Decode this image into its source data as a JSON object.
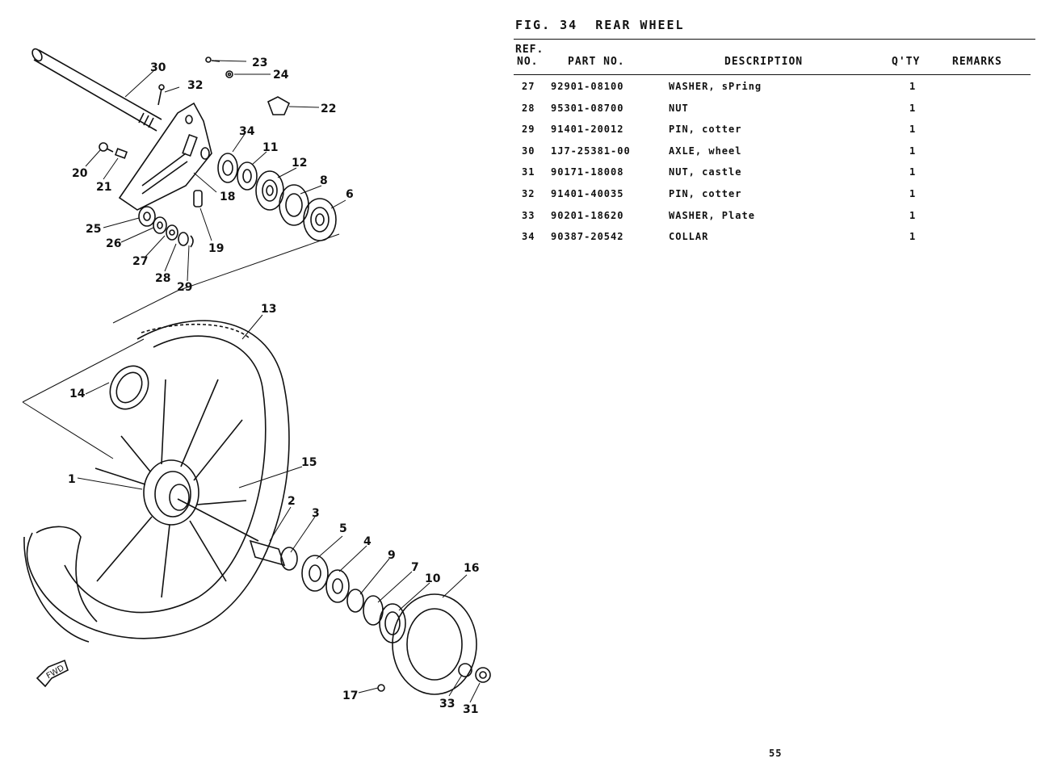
{
  "figure": {
    "title": "FIG. 34  REAR WHEEL",
    "page_number": "55"
  },
  "table": {
    "headers": {
      "ref_top": "REF.",
      "ref_bottom": "NO.",
      "part_no": "PART NO.",
      "description": "DESCRIPTION",
      "qty": "Q'TY",
      "remarks": "REMARKS"
    },
    "rows": [
      {
        "ref": "27",
        "part_no": "92901-08100",
        "description": "WASHER, sPring",
        "qty": "1",
        "remarks": ""
      },
      {
        "ref": "28",
        "part_no": "95301-08700",
        "description": "NUT",
        "qty": "1",
        "remarks": ""
      },
      {
        "ref": "29",
        "part_no": "91401-20012",
        "description": "PIN, cotter",
        "qty": "1",
        "remarks": ""
      },
      {
        "ref": "30",
        "part_no": "1J7-25381-00",
        "description": "AXLE, wheel",
        "qty": "1",
        "remarks": ""
      },
      {
        "ref": "31",
        "part_no": "90171-18008",
        "description": "NUT, castle",
        "qty": "1",
        "remarks": ""
      },
      {
        "ref": "32",
        "part_no": "91401-40035",
        "description": "PIN, cotter",
        "qty": "1",
        "remarks": ""
      },
      {
        "ref": "33",
        "part_no": "90201-18620",
        "description": "WASHER, Plate",
        "qty": "1",
        "remarks": ""
      },
      {
        "ref": "34",
        "part_no": "90387-20542",
        "description": "COLLAR",
        "qty": "1",
        "remarks": ""
      }
    ]
  },
  "diagram": {
    "fwd_label": "FWD",
    "callouts": [
      "30",
      "32",
      "23",
      "24",
      "22",
      "34",
      "11",
      "12",
      "8",
      "6",
      "20",
      "21",
      "18",
      "19",
      "25",
      "26",
      "27",
      "28",
      "29",
      "13",
      "14",
      "15",
      "1",
      "2",
      "3",
      "5",
      "4",
      "9",
      "7",
      "10",
      "16",
      "17",
      "33",
      "31"
    ]
  }
}
